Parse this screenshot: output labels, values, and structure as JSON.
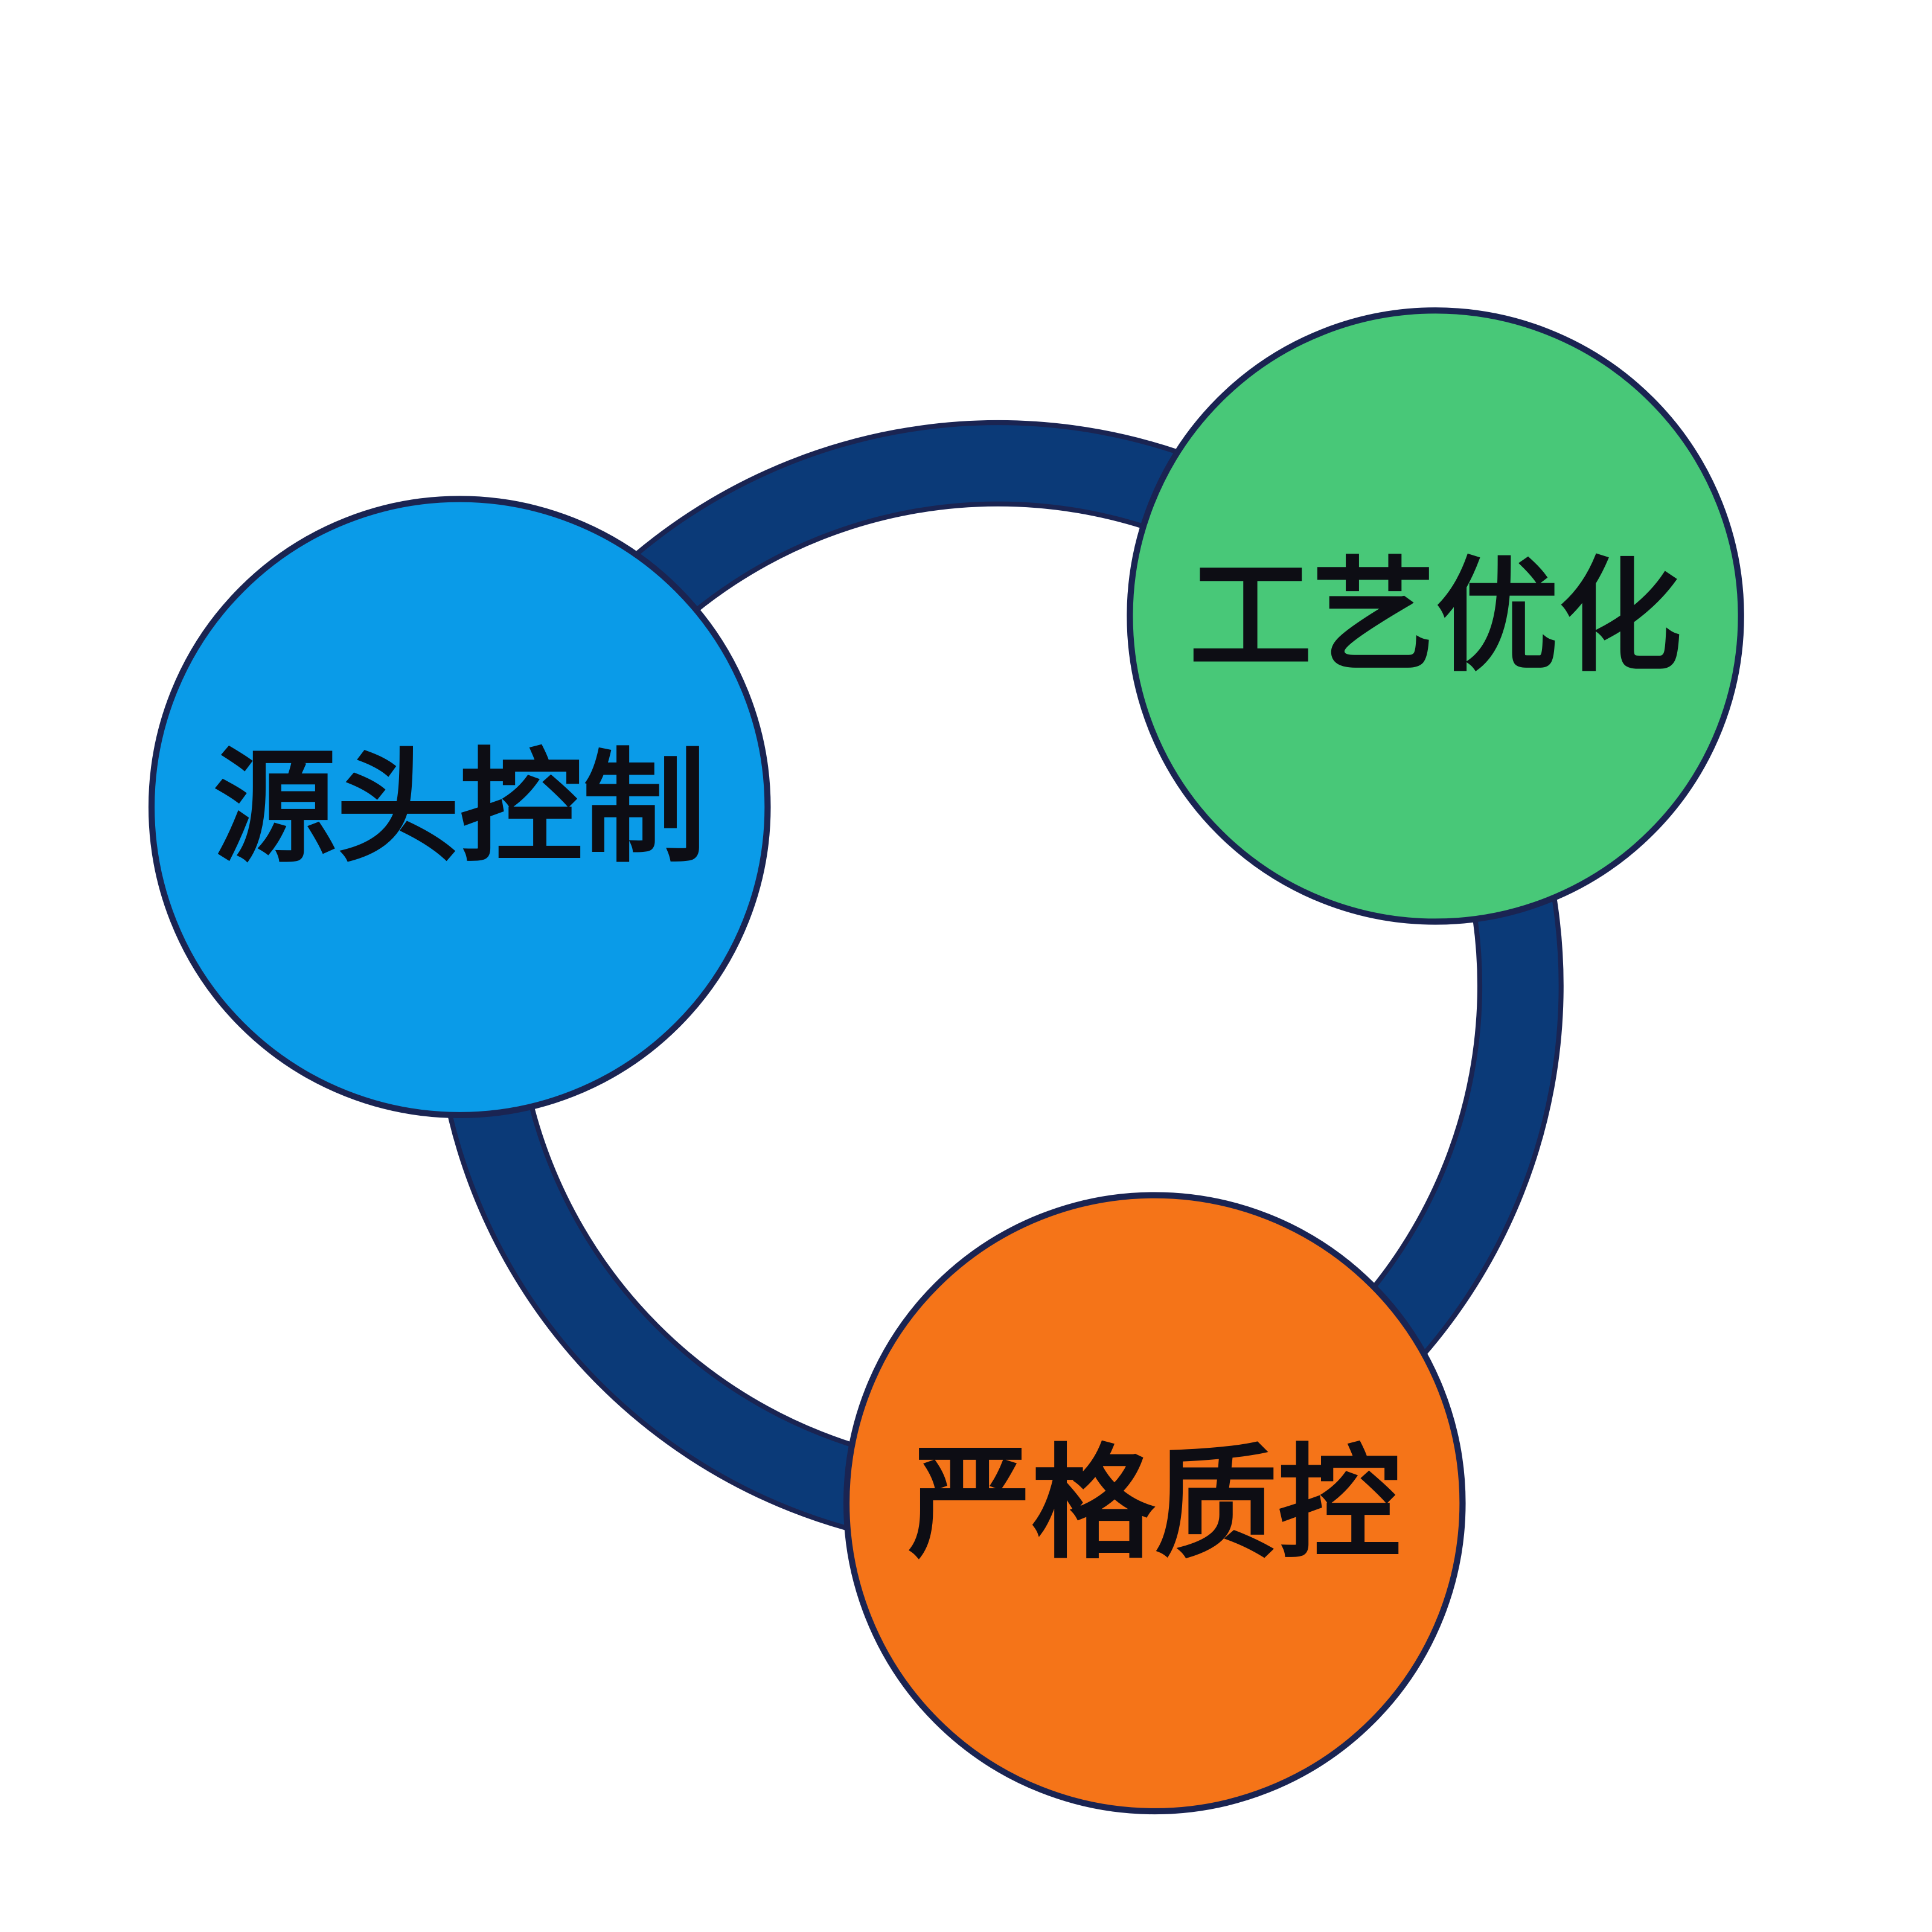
{
  "diagram": {
    "nodes": [
      {
        "id": "source",
        "label": "源头控制",
        "color": "#0a9be8"
      },
      {
        "id": "process",
        "label": "工艺优化",
        "color": "#48c878"
      },
      {
        "id": "quality",
        "label": "严格质控",
        "color": "#f57418"
      }
    ],
    "ring_color": "#0b3a78",
    "outline_color": "#1a2452"
  }
}
